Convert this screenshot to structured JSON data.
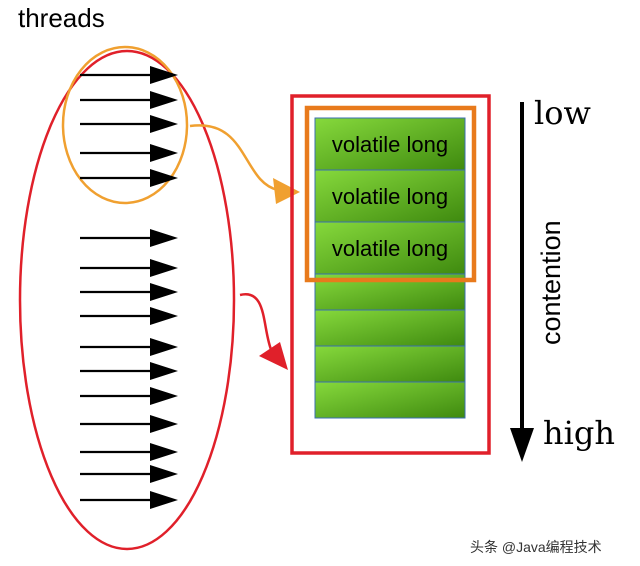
{
  "labels": {
    "threads": "threads",
    "low": "low",
    "high": "high",
    "contention": "contention"
  },
  "cells": [
    {
      "text": "volatile long"
    },
    {
      "text": "volatile long"
    },
    {
      "text": "volatile long"
    },
    {
      "text": ""
    },
    {
      "text": ""
    },
    {
      "text": ""
    },
    {
      "text": ""
    }
  ],
  "watermark": "头条 @Java编程技术",
  "colors": {
    "red": "#e0202a",
    "orange": "#e87a1c",
    "light_orange": "#f0a030",
    "cell_light": "#7fd53a",
    "cell_dark": "#3e8a10",
    "cell_border": "#3a6fb0"
  }
}
